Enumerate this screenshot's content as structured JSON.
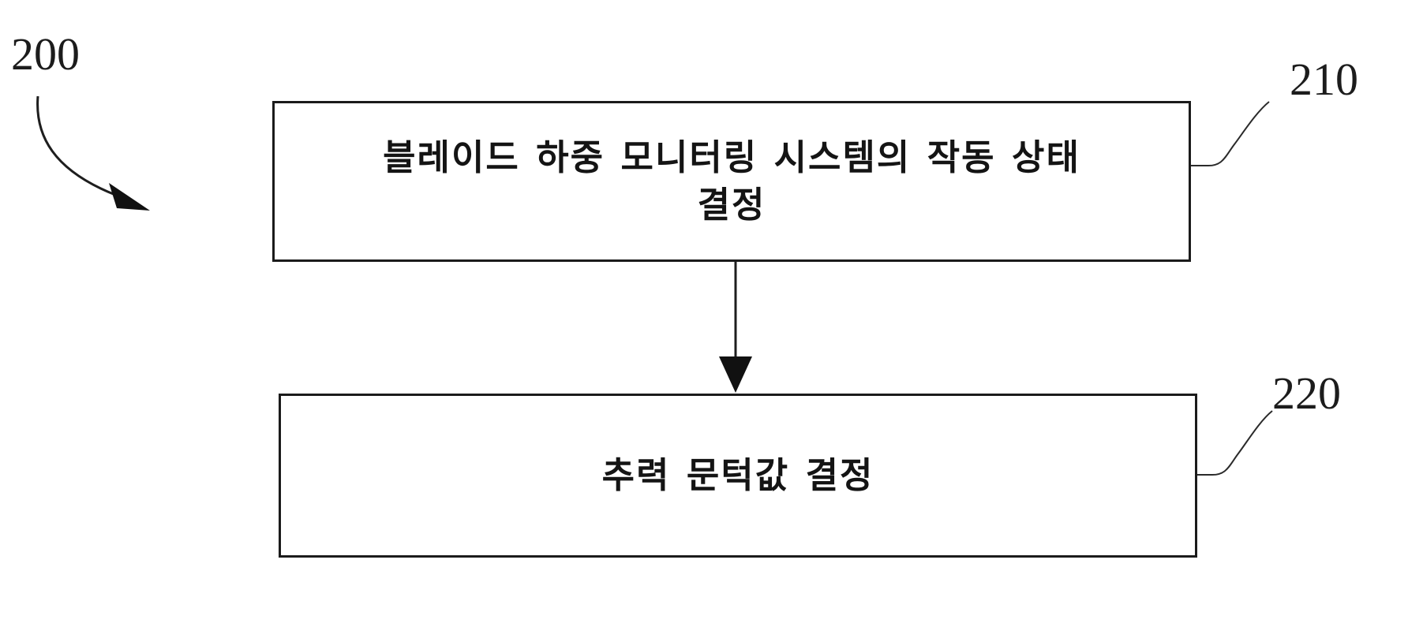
{
  "diagram": {
    "figure_label": "200",
    "steps": [
      {
        "ref_label": "210",
        "lines": [
          "블레이드 하중 모니터링 시스템의 작동 상태",
          "결정"
        ]
      },
      {
        "ref_label": "220",
        "lines": [
          "추력 문턱값 결정"
        ]
      }
    ],
    "flow": "210 -> 220"
  },
  "colors": {
    "ink": "#1b1b1b",
    "background": "#ffffff"
  }
}
